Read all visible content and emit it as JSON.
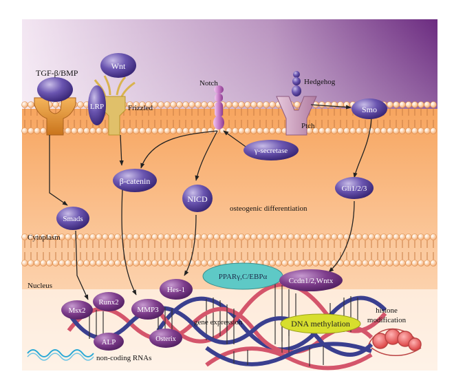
{
  "labels": {
    "tgf": "TGF-β/BMP",
    "wnt": "Wnt",
    "lrp": "LRP",
    "frizzled": "Frizzled",
    "notch": "Notch",
    "hedgehog": "Hedgehog",
    "ptch": "Ptch",
    "smo": "Smo",
    "gamma_secretase": "γ-secretase",
    "beta_catenin": "β-catenin",
    "nicd": "NICD",
    "gli": "Gli1/2/3",
    "smads": "Smads",
    "osteogenic": "osteogenic differentiation",
    "cytoplasm": "Cytoplasm",
    "nucleus": "Nucleus",
    "hes1": "Hes-1",
    "ppar": "PPARγ,C/EBPα",
    "ccdn": "Ccdn1/2,Wntx",
    "msx2": "Msx2",
    "runx2": "Runx2",
    "mmp3": "MMP3",
    "alp": "ALP",
    "osterix": "Osterix",
    "gene_expression": "gene expression",
    "dna_methylation": "DNA methylation",
    "histone_modification_1": "histone",
    "histone_modification_2": "modification",
    "noncoding": "non-coding RNAs"
  },
  "colors": {
    "node_purple": "#4a2f8a",
    "node_violet": "#7a3a86",
    "ppar_teal": "#5ec9c6",
    "methylation_yellow": "#d7de2e",
    "membrane_orange": "#f4a86a",
    "top_gradient": "#6b2b80",
    "histone_red": "#e24a4a",
    "rna_blue": "#2aa9d6"
  }
}
